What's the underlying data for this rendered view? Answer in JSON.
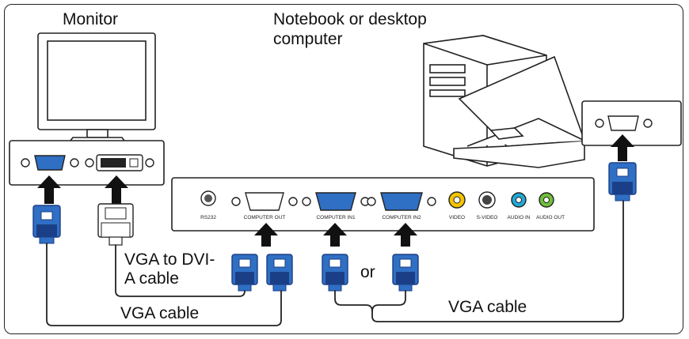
{
  "labels": {
    "monitor": "Monitor",
    "computer_line1": "Notebook or desktop",
    "computer_line2": "computer",
    "vga_dvi_line1": "VGA to DVI-",
    "vga_dvi_line2": "A cable",
    "or": "or",
    "vga_cable_left": "VGA cable",
    "vga_cable_right": "VGA cable"
  },
  "projector_ports": {
    "rs232": "RS232",
    "computer_out": "COMPUTER OUT",
    "computer_in1": "COMPUTER IN1",
    "computer_in2": "COMPUTER IN2",
    "video": "VIDEO",
    "s_video": "S-VIDEO",
    "audio_in": "AUDIO IN",
    "audio_out": "AUDIO OUT"
  },
  "colors": {
    "vga_blue": "#2f6fc4",
    "vga_dark": "#1b3f86",
    "video_yellow": "#f2c400",
    "audio_in_cyan": "#20a9d6",
    "audio_out_green": "#6fbf3a",
    "outline": "#222222",
    "panel_fill": "#ffffff"
  }
}
